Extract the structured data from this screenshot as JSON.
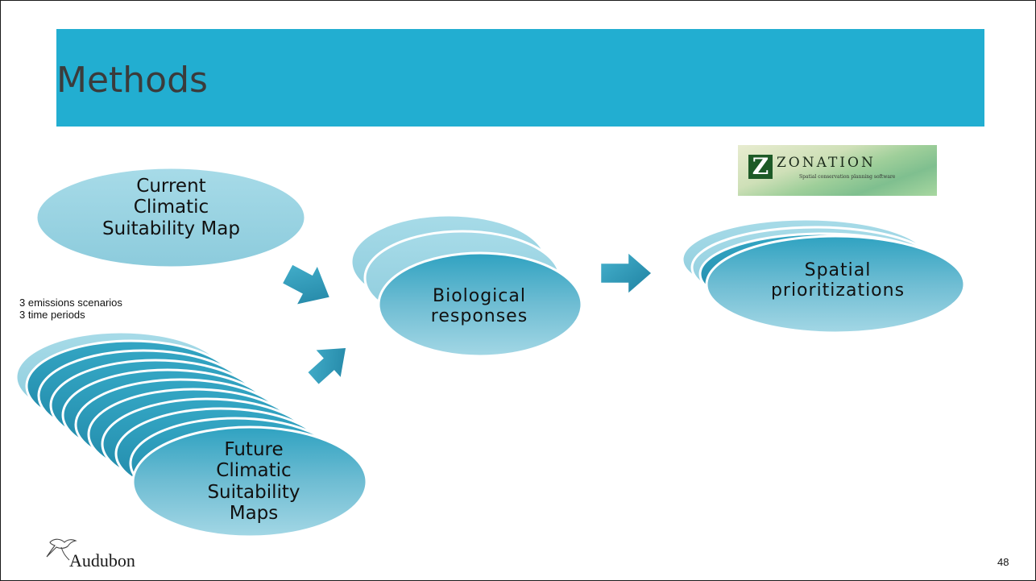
{
  "slide": {
    "title": "Methods",
    "page_number": "48"
  },
  "nodes": {
    "current": "Current Climatic Suitability  Map",
    "current_lines": [
      "Current",
      "Climatic",
      "Suitability  Map"
    ],
    "future_lines": [
      "Future",
      "Climatic",
      "Suitability",
      "Maps"
    ],
    "bio_lines": [
      "Biological",
      "responses"
    ],
    "spatial_lines": [
      "Spatial",
      "prioritizations"
    ]
  },
  "notes": {
    "line1": "3 emissions scenarios",
    "line2": "3 time periods"
  },
  "logos": {
    "zonation_name": "ZONATION",
    "zonation_letter": "Z",
    "zonation_tagline": "Spatial conservation planning software",
    "audubon": "Audubon"
  },
  "colors": {
    "banner": "#22aed1",
    "ellipse_light": "#8fcfdf",
    "ellipse_dark": "#2796b5",
    "arrow": "#2a93b2"
  }
}
